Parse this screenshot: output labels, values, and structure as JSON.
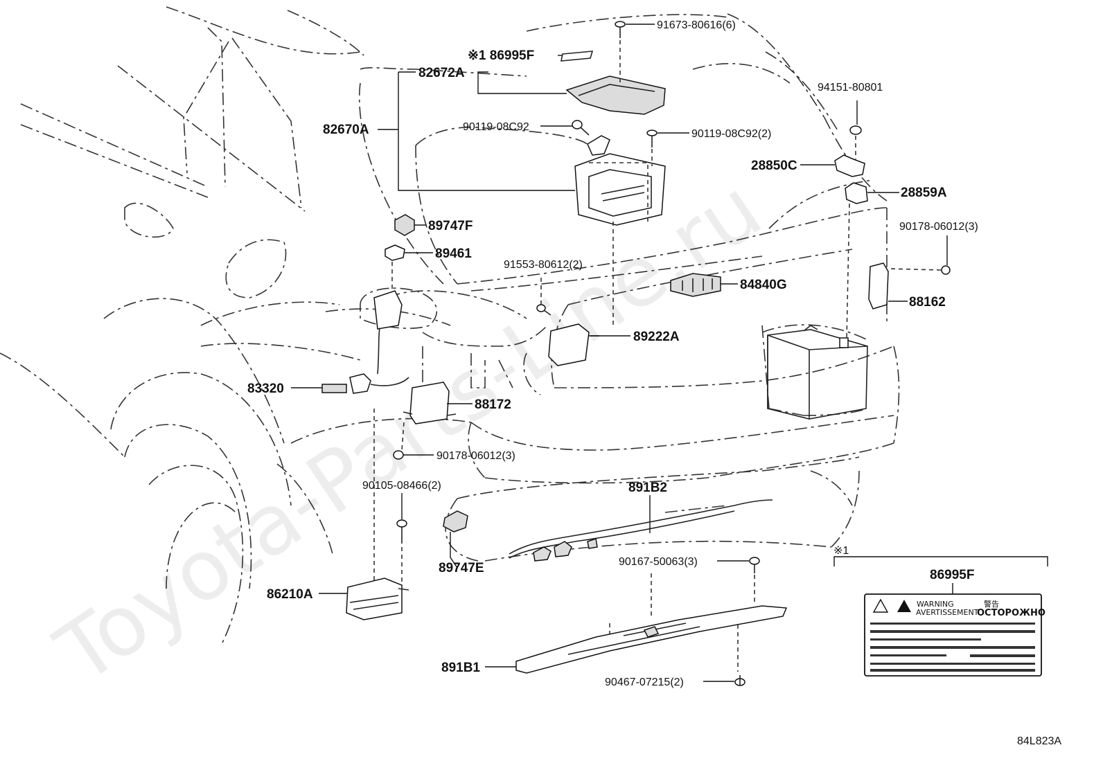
{
  "watermark": "Toyota-Parts-Line.ru",
  "drawing_code": "84L823A",
  "labels": [
    {
      "name": "label-91673-80616",
      "text": "91673-80616(6)"
    },
    {
      "name": "label-186995f",
      "text": "※1 86995F"
    },
    {
      "name": "label-82672a",
      "text": "82672A"
    },
    {
      "name": "label-82670a",
      "text": "82670A"
    },
    {
      "name": "label-90119-08c92-a",
      "text": "90119-08C92"
    },
    {
      "name": "label-90119-08c92-b",
      "text": "90119-08C92(2)"
    },
    {
      "name": "label-94151-80801",
      "text": "94151-80801"
    },
    {
      "name": "label-28850c",
      "text": "28850C"
    },
    {
      "name": "label-28859a",
      "text": "28859A"
    },
    {
      "name": "label-89747f",
      "text": "89747F"
    },
    {
      "name": "label-89461",
      "text": "89461"
    },
    {
      "name": "label-90178-06012-a",
      "text": "90178-06012(3)"
    },
    {
      "name": "label-91553-80612",
      "text": "91553-80612(2)"
    },
    {
      "name": "label-84840g",
      "text": "84840G"
    },
    {
      "name": "label-88162",
      "text": "88162"
    },
    {
      "name": "label-89222a",
      "text": "89222A"
    },
    {
      "name": "label-83320",
      "text": "83320"
    },
    {
      "name": "label-88172",
      "text": "88172"
    },
    {
      "name": "label-90178-06012-b",
      "text": "90178-06012(3)"
    },
    {
      "name": "label-90105-08466",
      "text": "90105-08466(2)"
    },
    {
      "name": "label-891b2",
      "text": "891B2"
    },
    {
      "name": "label-89747e",
      "text": "89747E"
    },
    {
      "name": "label-90167-50063",
      "text": "90167-50063(3)"
    },
    {
      "name": "label-86210a",
      "text": "86210A"
    },
    {
      "name": "label-891b1",
      "text": "891B1"
    },
    {
      "name": "label-90467-07215",
      "text": "90467-07215(2)"
    }
  ],
  "legend_box": {
    "mark": "※1",
    "part_number": "86995F",
    "sticker_texts": [
      "WARNING",
      "AVERTISSEMENT",
      "警告",
      "ОСТОРОЖНО"
    ]
  }
}
